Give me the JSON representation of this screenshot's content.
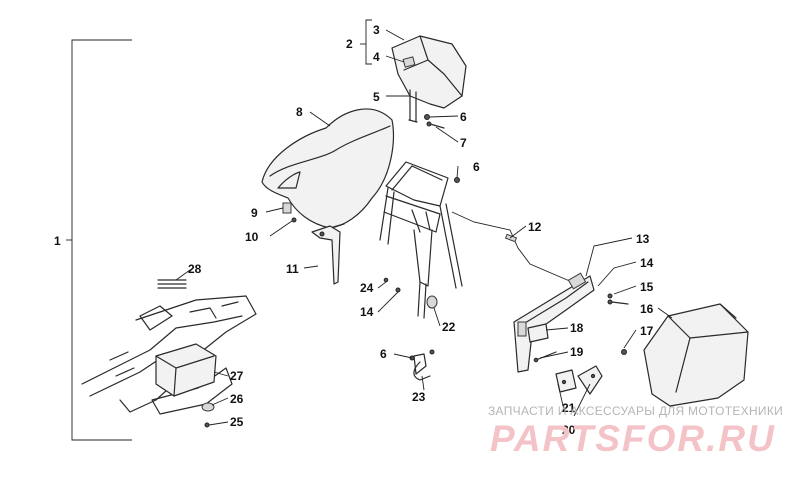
{
  "callouts": {
    "c1": "1",
    "c2": "2",
    "c3": "3",
    "c4": "4",
    "c5": "5",
    "c6a": "6",
    "c6b": "6",
    "c6c": "6",
    "c7": "7",
    "c8": "8",
    "c9": "9",
    "c10": "10",
    "c11": "11",
    "c12": "12",
    "c13": "13",
    "c14a": "14",
    "c14b": "14",
    "c15": "15",
    "c16": "16",
    "c17": "17",
    "c18": "18",
    "c19": "19",
    "c20": "20",
    "c21": "21",
    "c22": "22",
    "c23": "23",
    "c24": "24",
    "c25": "25",
    "c26": "26",
    "c27": "27",
    "c28": "28"
  },
  "watermark": {
    "caption": "ЗАПЧАСТИ И АКСЕССУАРЫ ДЛЯ МОТОТЕХНИКИ",
    "logo": "PARTSFOR.RU"
  }
}
